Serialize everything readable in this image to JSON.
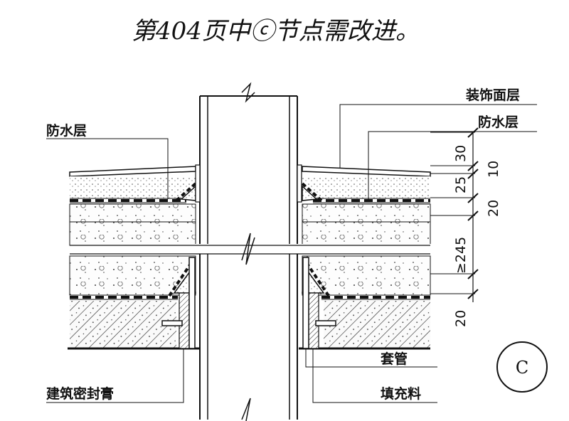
{
  "note": {
    "handwriting": "第404页中ⓒ节点需改进。"
  },
  "labels": {
    "decor_layer": "装饰面层",
    "waterproof_right": "防水层",
    "waterproof_left": "防水层",
    "sleeve": "套管",
    "sealant": "建筑密封膏",
    "filler": "填充料"
  },
  "detail": {
    "id": "C"
  },
  "dimensions": [
    "30",
    "10",
    "25",
    "20",
    "≥245",
    "20"
  ],
  "colors": {
    "ink": "#111111",
    "paper": "#ffffff",
    "fill": "#f2f2f2"
  }
}
